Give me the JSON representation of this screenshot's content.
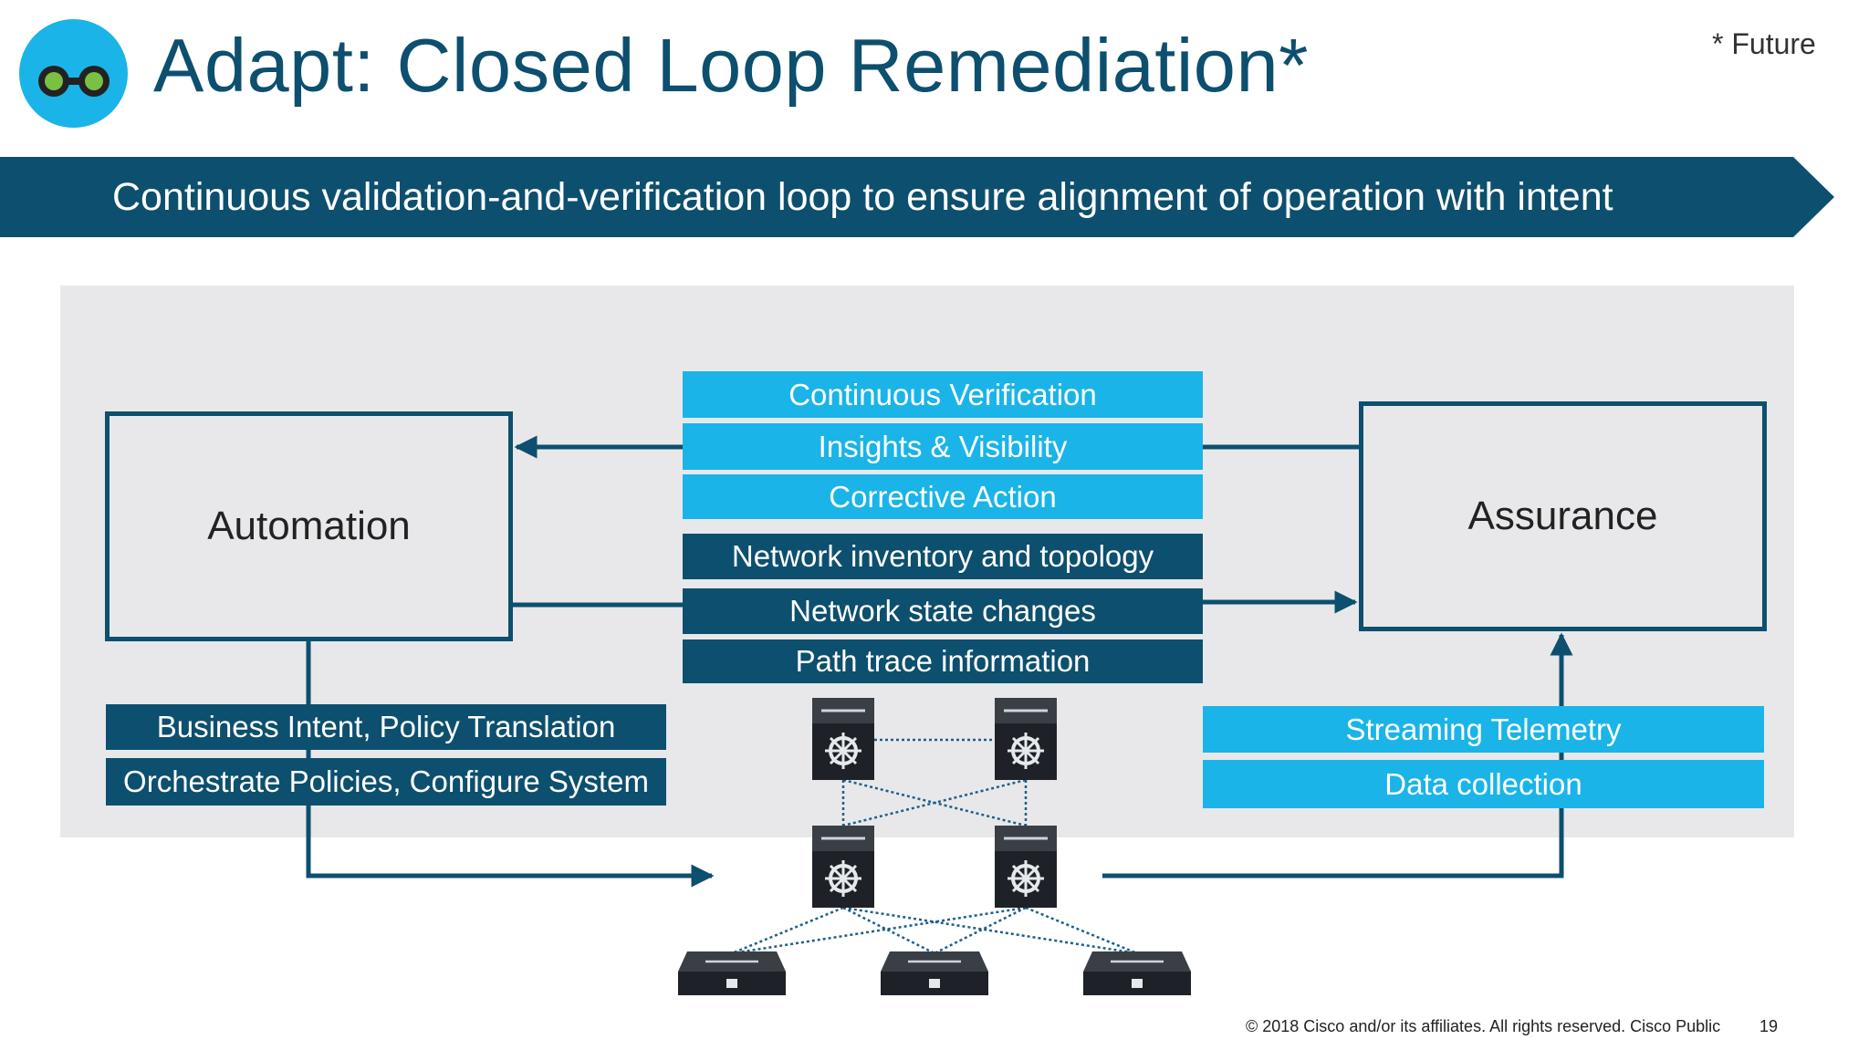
{
  "header": {
    "title": "Adapt: Closed Loop Remediation*",
    "note": "* Future",
    "logo_icon": "binoculars-icon"
  },
  "banner": {
    "text": "Continuous  validation-and-verification  loop to ensure  alignment  of operation with intent"
  },
  "diagram": {
    "automation_label": "Automation",
    "assurance_label": "Assurance",
    "center_light_labels": [
      "Continuous  Verification",
      "Insights  & Visibility",
      "Corrective Action"
    ],
    "center_dark_labels": [
      "Network inventory  and topology",
      "Network state changes",
      "Path trace information"
    ],
    "automation_labels": [
      "Business Intent,  Policy Translation",
      "Orchestrate Policies, Configure System"
    ],
    "assurance_labels": [
      "Streaming Telemetry",
      "Data collection"
    ],
    "device_icons": [
      "core-switch-icon",
      "access-switch-icon"
    ]
  },
  "colors": {
    "dark_blue": "#0d4f6e",
    "light_blue": "#1ab4e8",
    "gray_bg": "#e8e8ea"
  },
  "footer": {
    "copyright": "© 2018  Cisco and/or its affiliates. All rights reserved.   Cisco Public",
    "page_number": "19"
  }
}
